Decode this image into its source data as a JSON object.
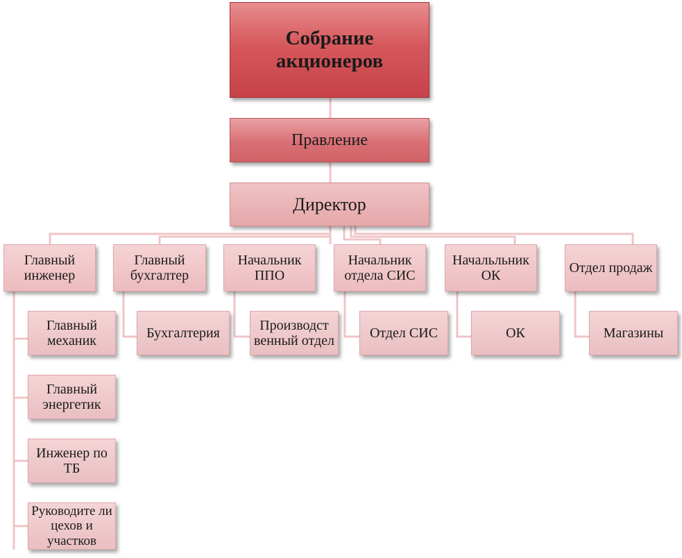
{
  "org_chart": {
    "top": "Собрание акционеров",
    "board": "Правление",
    "director": "Директор",
    "departments": [
      {
        "head": "Главный инженер",
        "subs": [
          "Главный механик",
          "Главный энергетик",
          "Инженер по ТБ",
          "Руководите ли цехов и участков"
        ]
      },
      {
        "head": "Главный бухгалтер",
        "subs": [
          "Бухгалтерия"
        ]
      },
      {
        "head": "Начальник ППО",
        "subs": [
          "Производст венный отдел"
        ]
      },
      {
        "head": "Начальник отдела СИС",
        "subs": [
          "Отдел СИС"
        ]
      },
      {
        "head": "Начальльник ОК",
        "subs": [
          "ОК"
        ]
      },
      {
        "head": "Отдел продаж",
        "subs": [
          "Магазины"
        ]
      }
    ]
  },
  "colors": {
    "top_fill": "#c8464c",
    "board_fill": "#d6696e",
    "director_fill": "#e5a2a6",
    "node_fill": "#efc6c9",
    "connector": "#f0c4c6"
  }
}
